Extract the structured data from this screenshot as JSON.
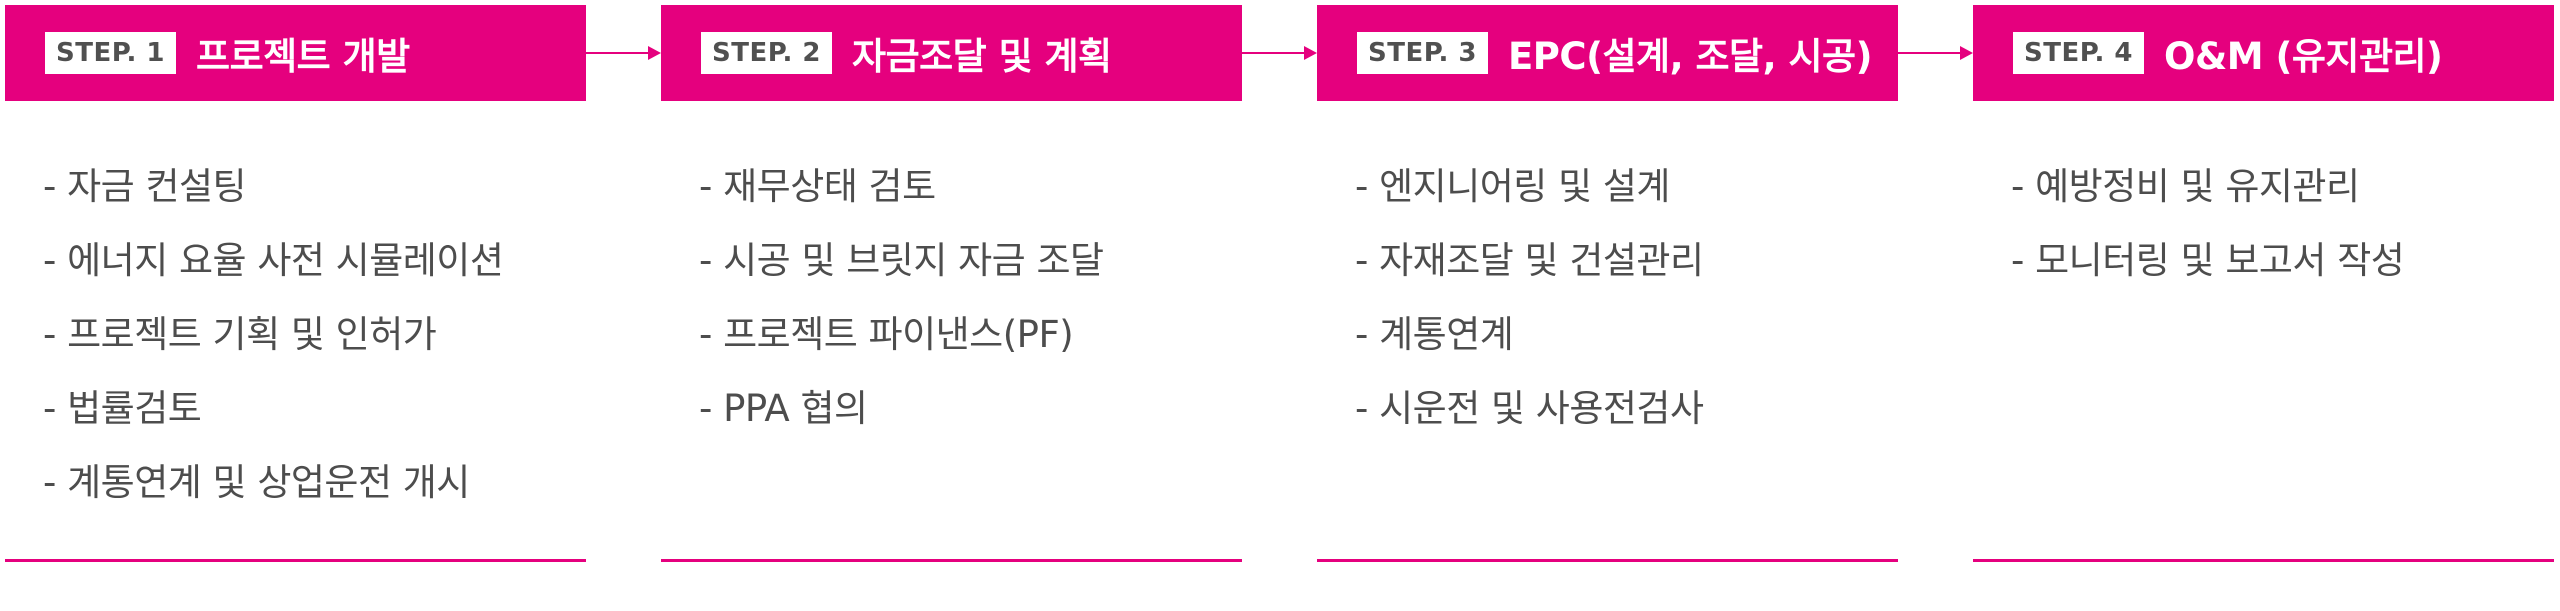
{
  "steps": [
    {
      "badge": "STEP. 1",
      "title": "프로젝트 개발",
      "items": [
        "- 자금 컨설팅",
        "- 에너지 요율 사전 시뮬레이션",
        "- 프로젝트 기획 및 인허가",
        "- 법률검토",
        "- 계통연계 및 상업운전 개시"
      ]
    },
    {
      "badge": "STEP. 2",
      "title": "자금조달 및 계획",
      "items": [
        "- 재무상태 검토",
        "- 시공 및 브릿지 자금 조달",
        "- 프로젝트 파이낸스(PF)",
        "- PPA 협의"
      ]
    },
    {
      "badge": "STEP. 3",
      "title": "EPC(설계, 조달, 시공)",
      "items": [
        "- 엔지니어링 및 설계",
        "- 자재조달 및 건설관리",
        "- 계통연계",
        "- 시운전 및 사용전검사"
      ]
    },
    {
      "badge": "STEP. 4",
      "title": "O&M (유지관리)",
      "items": [
        "- 예방정비 및 유지관리",
        "- 모니터링 및 보고서 작성"
      ]
    }
  ],
  "colors": {
    "accent": "#e5007e",
    "text": "#4d4d4d",
    "badge_text": "#505050"
  }
}
